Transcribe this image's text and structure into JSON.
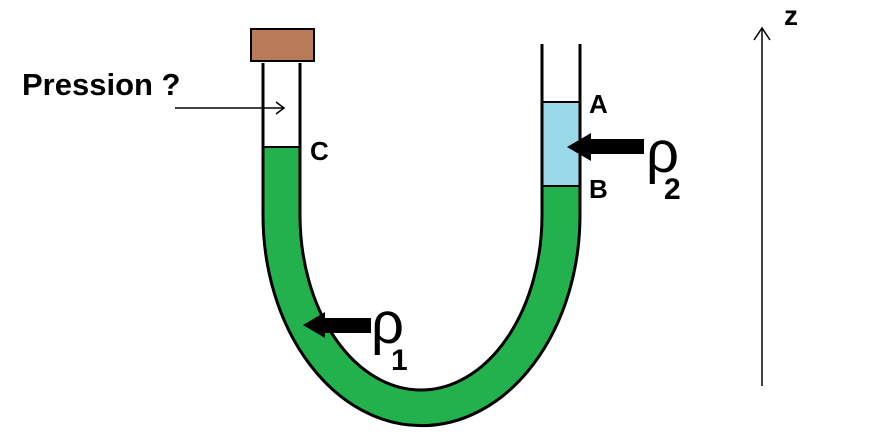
{
  "labels": {
    "question": "Pression ?",
    "point_c": "C",
    "point_a": "A",
    "point_b": "B",
    "axis": "z",
    "rho1_symbol": "ρ",
    "rho1_sub": "1",
    "rho2_symbol": "ρ",
    "rho2_sub": "2"
  },
  "colors": {
    "liquid1": "#22b14c",
    "liquid2": "#99d9ea",
    "cap": "#b97a57",
    "outline": "#000000"
  }
}
